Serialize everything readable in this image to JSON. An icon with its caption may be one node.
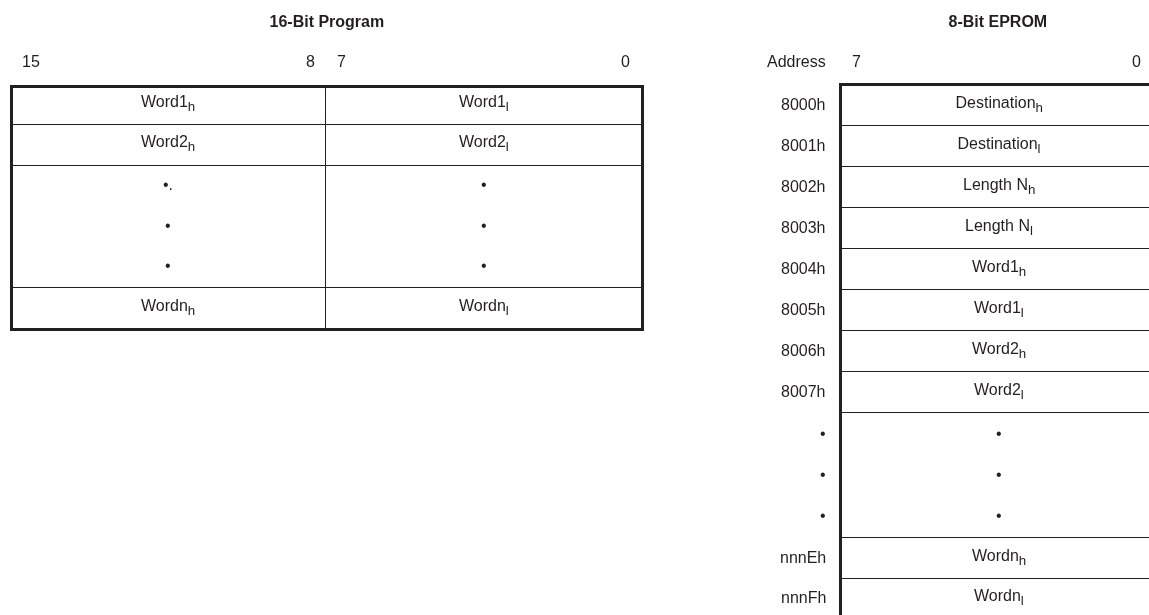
{
  "diagram": {
    "labels": [
      "16-Bit Program",
      "15",
      "8",
      "7",
      "0",
      "Word1$_{h}$",
      "Word1$_{l}$",
      "Word2$_{h}$",
      "Word2$_{l}$",
      "•.",
      "•",
      "•",
      "•",
      "•",
      "•",
      "Wordn$_{h}$",
      "Wordn$_{l}$",
      "8-Bit EPROM",
      "Address",
      "7",
      "0",
      "8000h",
      "Destination$_{h}$",
      "8001h",
      "Destination$_{l}$",
      "8002h",
      "Length N$_{h}$",
      "8003h",
      "Length N$_{l}$",
      "8004h",
      "Word1$_{h}$",
      "8005h",
      "Word1$_{l}$",
      "8006h",
      "Word2$_{h}$",
      "8007h",
      "Word2$_{l}$",
      "•",
      "•",
      "•",
      "•",
      "•",
      "•",
      "nnnEh",
      "Wordn$_{h}$",
      "nnnFh",
      "Wordn$_{l}$"
    ]
  }
}
